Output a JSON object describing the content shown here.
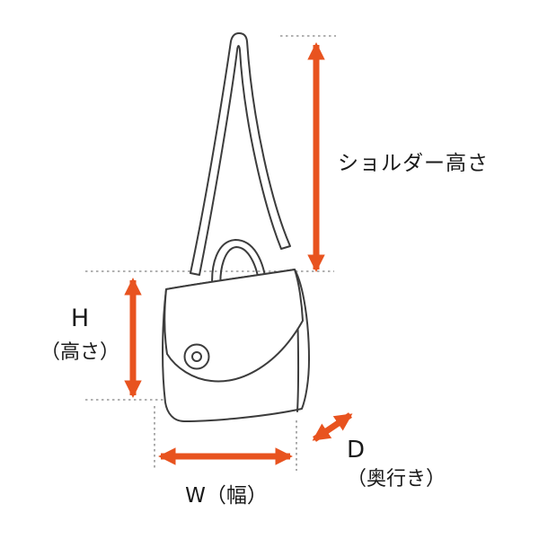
{
  "diagram": {
    "labels": {
      "shoulder_height": "ショルダー高さ",
      "height_letter": "H",
      "height_sub": "（高さ）",
      "width": "W（幅）",
      "depth_letter": "D",
      "depth_sub": "（奥行き）"
    },
    "colors": {
      "arrow": "#e8531f",
      "line": "#3c3c3c",
      "dotted": "#979797",
      "background": "#ffffff",
      "text": "#1a1a1a"
    }
  }
}
